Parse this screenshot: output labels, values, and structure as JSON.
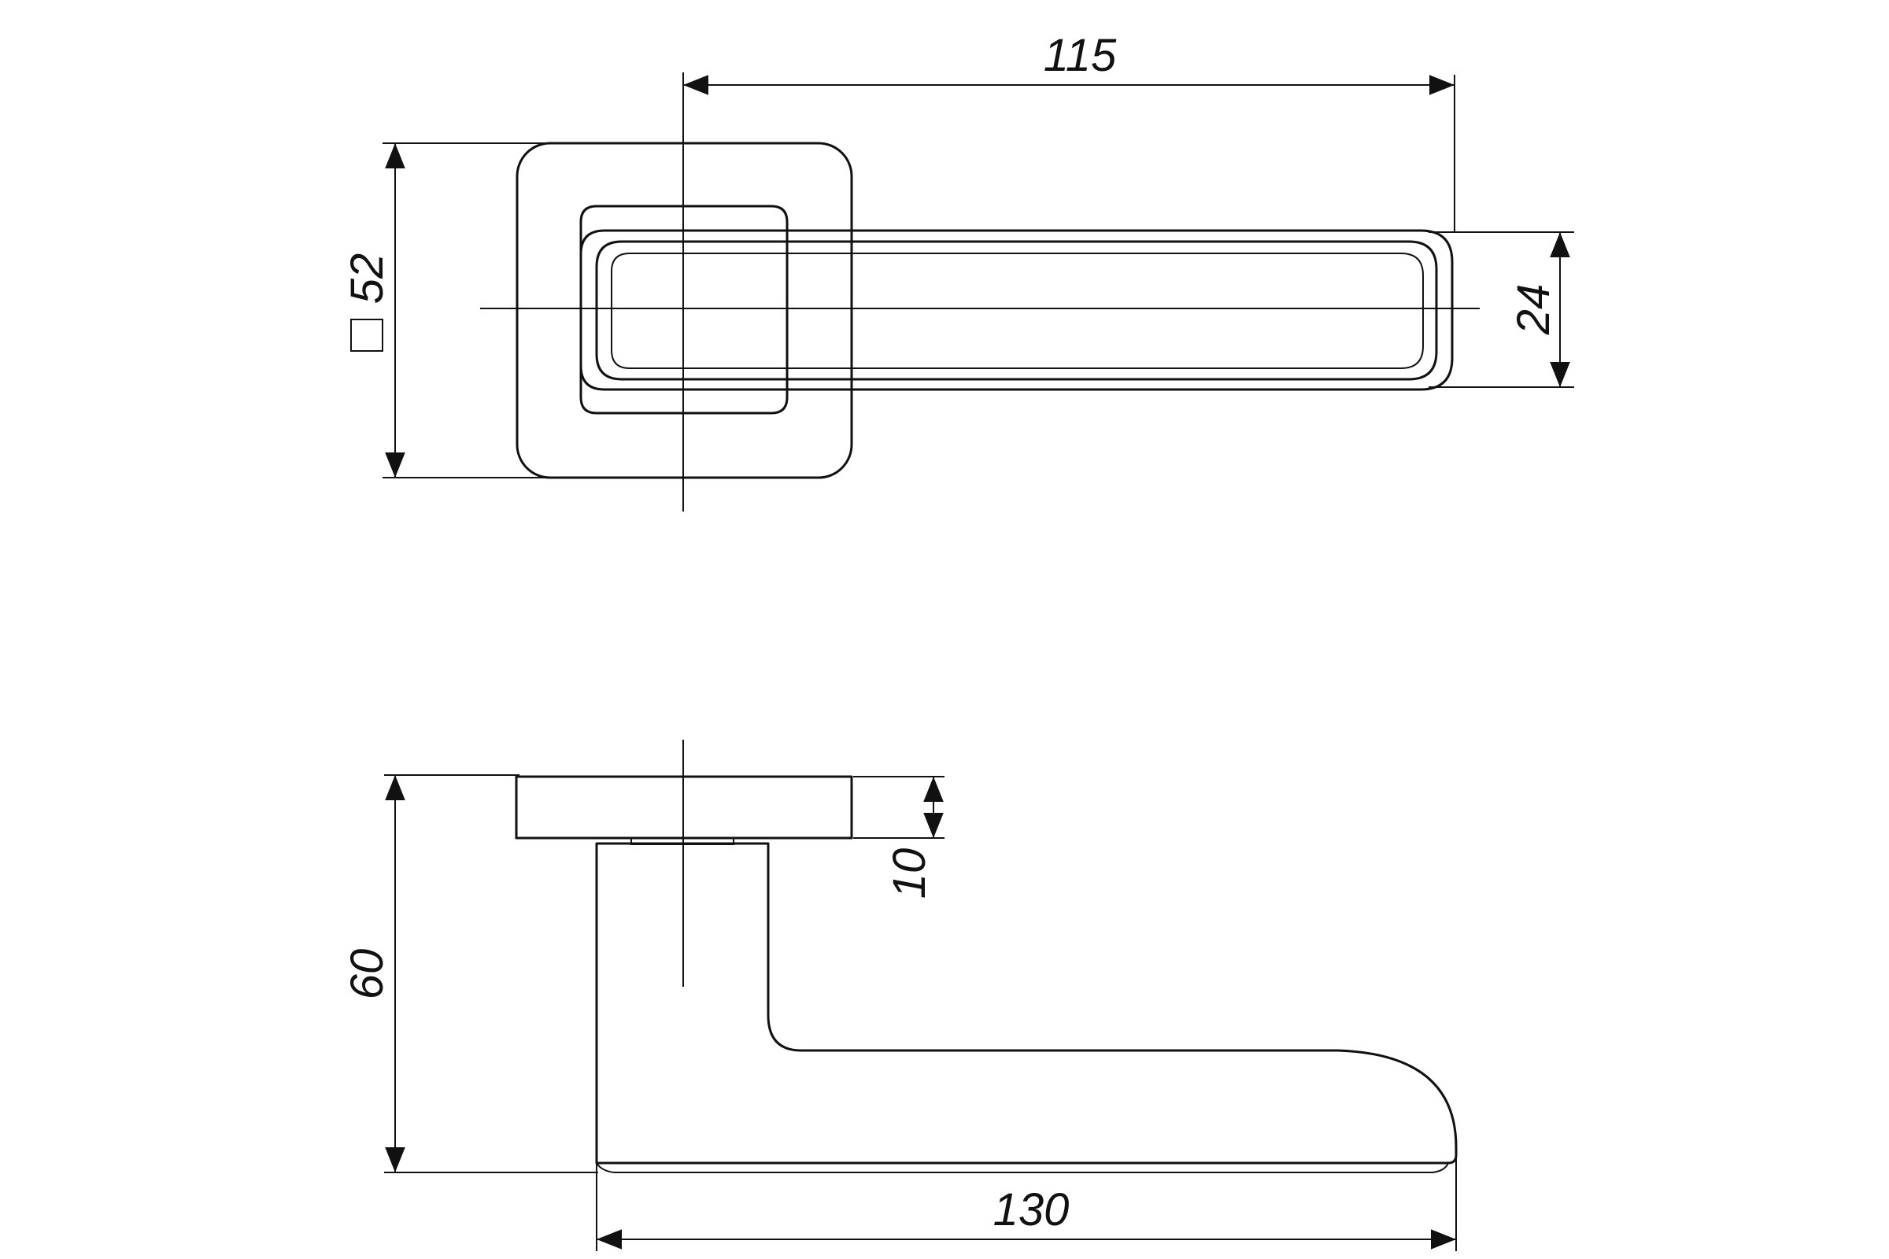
{
  "dimensions": {
    "top_length": "115",
    "top_height": "24",
    "rose_size": "52",
    "side_height": "60",
    "rose_thickness": "10",
    "side_length": "130"
  },
  "colors": {
    "line": "#111111",
    "background": "#ffffff"
  }
}
